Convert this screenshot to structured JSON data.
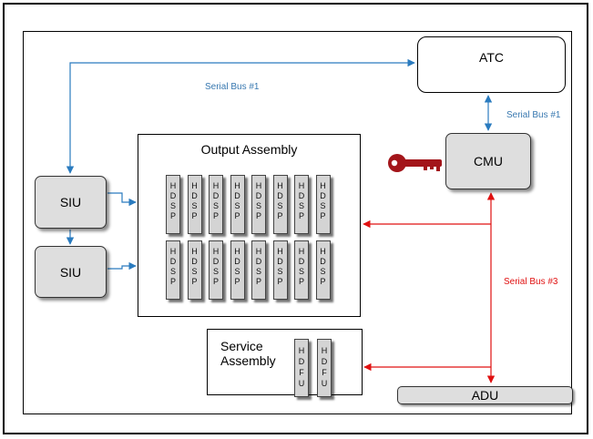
{
  "nodes": {
    "atc": "ATC",
    "cmu": "CMU",
    "siu_1": "SIU",
    "siu_2": "SIU",
    "adu": "ADU",
    "output_assembly": "Output Assembly",
    "service_assembly_line1": "Service",
    "service_assembly_line2": "Assembly"
  },
  "units": {
    "hdsp_letters": [
      "H",
      "D",
      "S",
      "P"
    ],
    "hdfu_letters": [
      "H",
      "D",
      "F",
      "U"
    ],
    "hdsp_rows": 2,
    "hdsp_per_row": 8,
    "hdfu_count": 2
  },
  "buses": {
    "bus1_top": "Serial Bus #1",
    "bus1_right": "Serial Bus #1",
    "bus3": "Serial Bus #3"
  },
  "icons": {
    "key": "key-icon"
  },
  "colors": {
    "bus1": "#3878b0",
    "bus3": "#e01010",
    "key": "#a3151a"
  }
}
